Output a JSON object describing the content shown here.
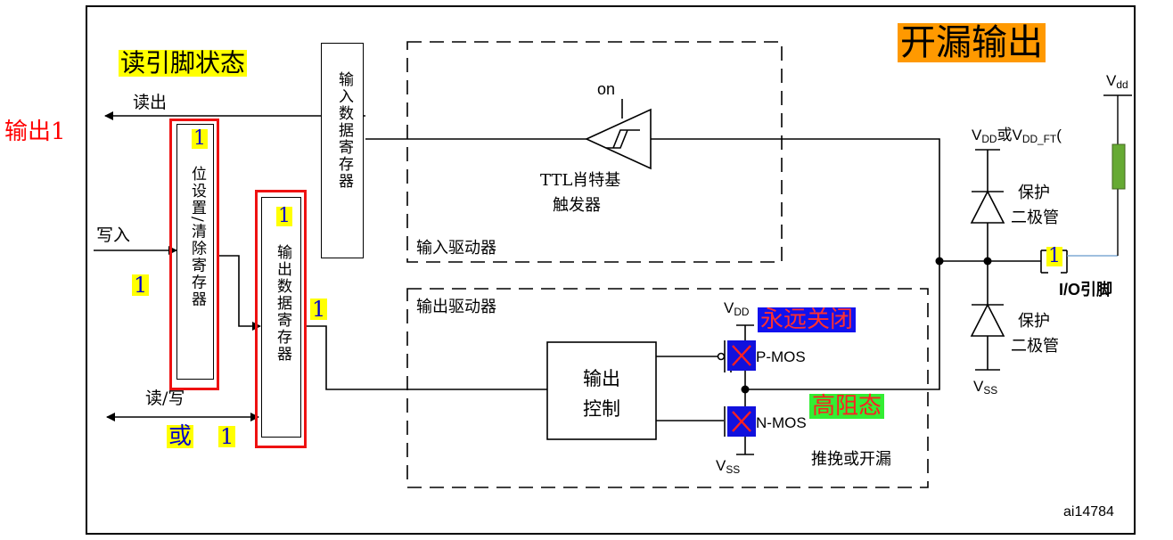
{
  "titles": {
    "main": "开漏输出",
    "read_pin_state": "读引脚状态",
    "output1": "输出1"
  },
  "labels": {
    "read_out": "读出",
    "write_in": "写入",
    "read_write": "读/写",
    "or": "或",
    "on": "on",
    "ttl_line1": "TTL肖特基",
    "ttl_line2": "触发器",
    "input_driver": "输入驱动器",
    "output_driver": "输出驱动器",
    "output_control_line1": "输出",
    "output_control_line2": "控制",
    "pmos": "P-MOS",
    "nmos": "N-MOS",
    "push_pull": "推挽或开漏",
    "vdd_main": "V",
    "vdd_main_sub": "DD",
    "vdd_or": "或V",
    "vdd_ft_sub": "DD_FT",
    "vdd_ft_tail": "(",
    "vdd_ext": "V",
    "vdd_ext_sub": "dd",
    "vss": "V",
    "vss_sub": "SS",
    "protect_diode_line1": "保护",
    "protect_diode_line2": "二极管",
    "io_pin": "I/O引脚",
    "figure_id": "ai14784"
  },
  "registers": {
    "input_data": "输入数据寄存器",
    "bit_set_reset": "位设置/清除寄存器",
    "output_data": "输出数据寄存器"
  },
  "annotations": {
    "always_off": "永远关闭",
    "high_impedance": "高阻态",
    "val_bsrr": "1",
    "val_odr": "1",
    "val_write": "1",
    "val_odr_out": "1",
    "val_or": "1",
    "val_pin": "1"
  },
  "colors": {
    "highlight_yellow": "#ffff00",
    "highlight_orange": "#ff9900",
    "highlight_blue": "#0000ff",
    "highlight_green": "#33ee33",
    "red": "#ff0000",
    "resistor_green": "#66aa33"
  }
}
